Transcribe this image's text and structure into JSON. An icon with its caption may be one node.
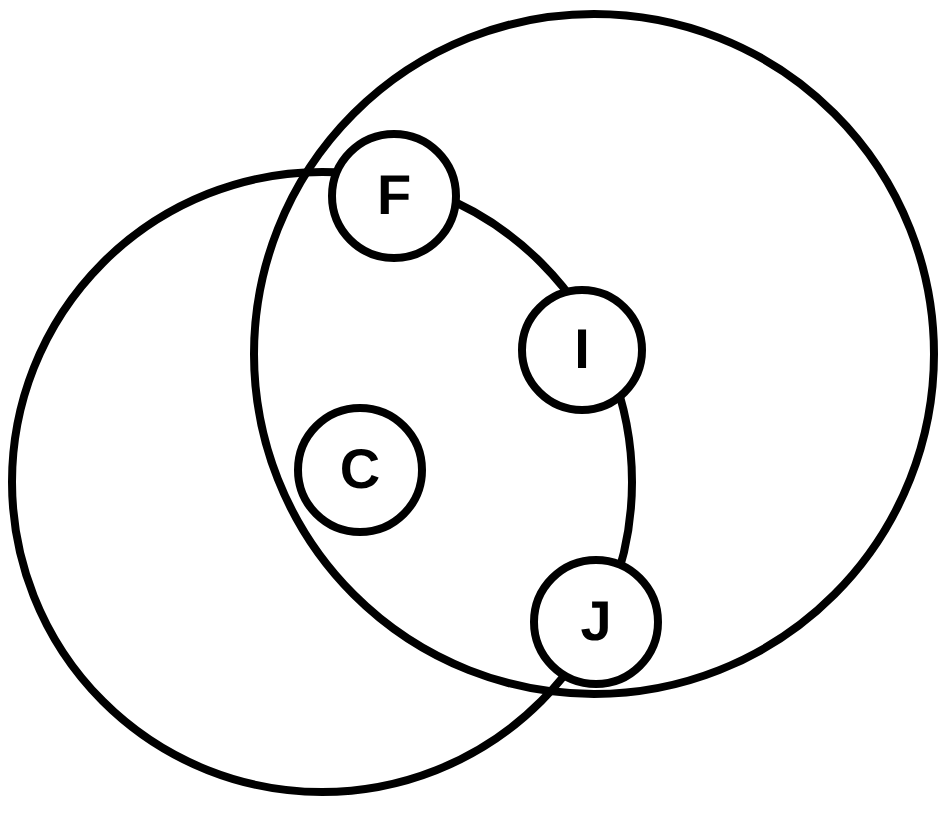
{
  "diagram": {
    "nodes": [
      {
        "text": [],
        "shape": "circle"
      },
      {
        "text": [],
        "shape": "circle"
      },
      {
        "text": [
          "F"
        ],
        "in": 1
      },
      {
        "text": [
          "I"
        ],
        "in": 1
      },
      {
        "text": [
          "C"
        ]
      },
      {
        "text": [
          "J"
        ],
        "in": 1
      }
    ]
  }
}
